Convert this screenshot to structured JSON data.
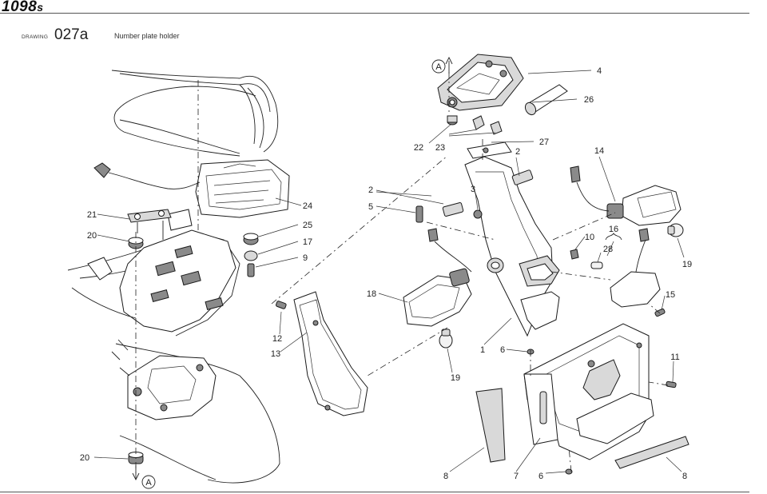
{
  "header": {
    "model": "1098",
    "model_suffix": "s",
    "drawing_label": "DRAWING",
    "drawing_number": "027a",
    "title": "Number plate holder"
  },
  "callouts": [
    "A",
    "4",
    "26",
    "22",
    "23",
    "27",
    "2",
    "14",
    "2",
    "3",
    "5",
    "10",
    "16",
    "28",
    "19",
    "15",
    "18",
    "1",
    "6",
    "19",
    "11",
    "8",
    "7",
    "6",
    "8",
    "21",
    "20",
    "24",
    "25",
    "17",
    "9",
    "12",
    "13",
    "20",
    "A"
  ]
}
